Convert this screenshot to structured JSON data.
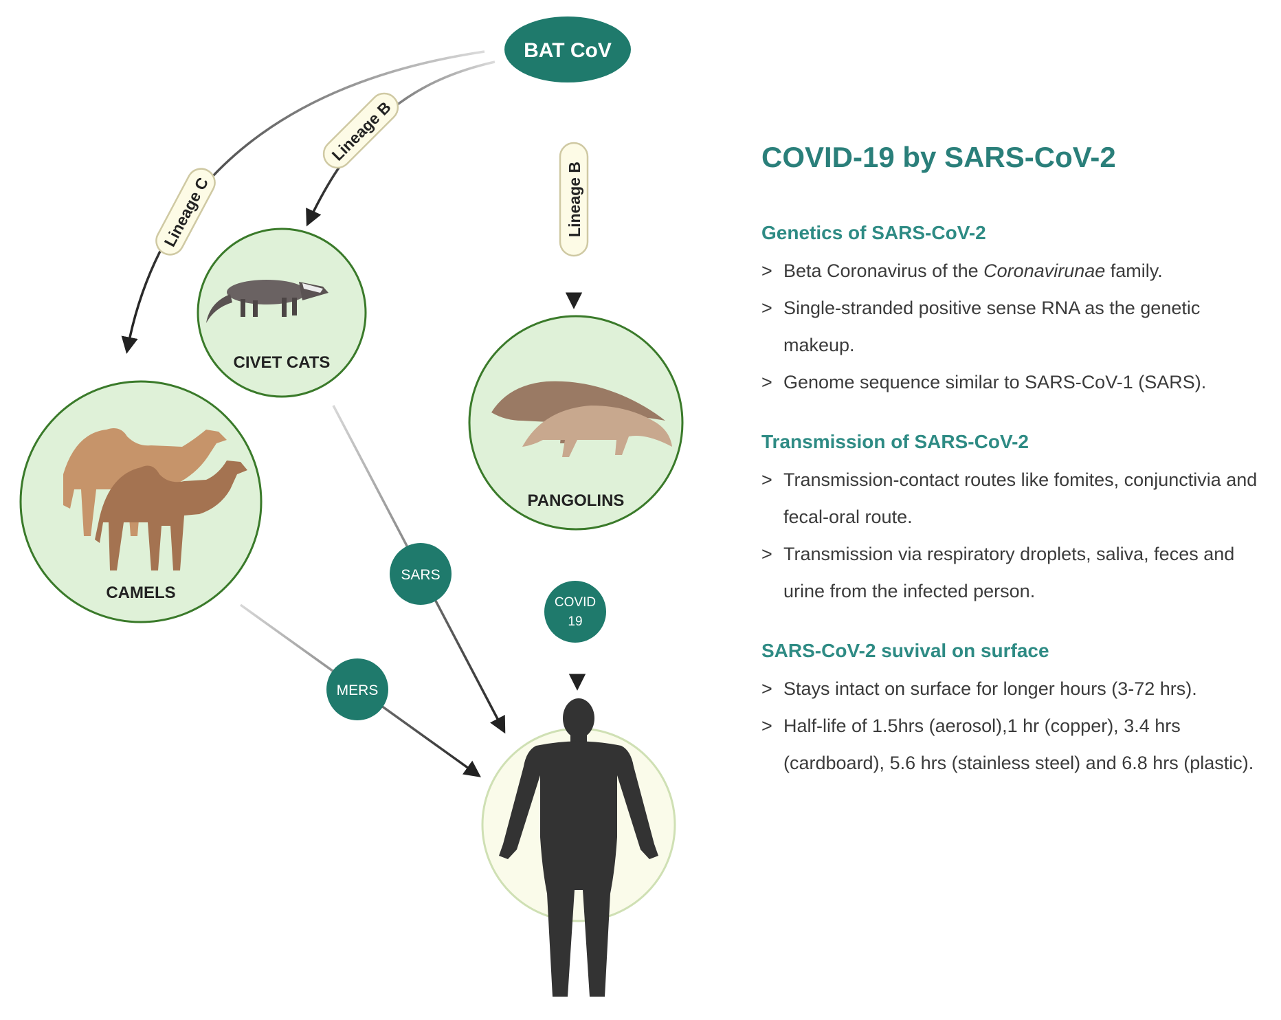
{
  "nodes": {
    "bat": "BAT CoV",
    "civet": "CIVET CATS",
    "camels": "CAMELS",
    "pangolins": "PANGOLINS"
  },
  "edge_labels": {
    "lineage_c": "Lineage C",
    "lineage_b_civet": "Lineage B",
    "lineage_b_pangolin": "Lineage B",
    "sars": "SARS",
    "mers": "MERS",
    "covid_line1": "COVID",
    "covid_line2": "19"
  },
  "panel": {
    "title": "COVID-19 by SARS-CoV-2",
    "genetics": {
      "title": "Genetics of SARS-CoV-2",
      "b1_pre": "Beta Coronavirus of the ",
      "b1_italic": "Coronavirunae",
      "b1_post": " family.",
      "b2": "Single-stranded positive sense RNA as the genetic makeup.",
      "b3": "Genome sequence similar to SARS-CoV-1 (SARS)."
    },
    "transmission": {
      "title": "Transmission of SARS-CoV-2",
      "b1": "Transmission-contact routes like fomites, conjunctivia and fecal-oral route.",
      "b2": "Transmission via respiratory droplets, saliva, feces and urine from the infected person."
    },
    "survival": {
      "title": "SARS-CoV-2  suvival on surface",
      "b1": "Stays intact on surface for longer hours (3-72 hrs).",
      "b2": "Half-life of 1.5hrs (aerosol),1 hr (copper), 3.4 hrs (cardboard), 5.6 hrs (stainless steel)  and 6.8 hrs (plastic)."
    },
    "chevron": ">"
  },
  "colors": {
    "teal": "#1f7a6c",
    "teal_text": "#2a7f7a",
    "host_circle_fill": "#dff1d8",
    "host_circle_stroke": "#3a7a2a",
    "lineage_tag_fill": "#fdfbe6",
    "lineage_tag_stroke": "#cfc9a3",
    "silhouette": "#333333"
  },
  "icons": {
    "civet": "civet-cat-illustration",
    "camels": "camels-illustration",
    "pangolins": "pangolins-illustration",
    "human": "human-silhouette",
    "arrow": "arrow-head"
  }
}
